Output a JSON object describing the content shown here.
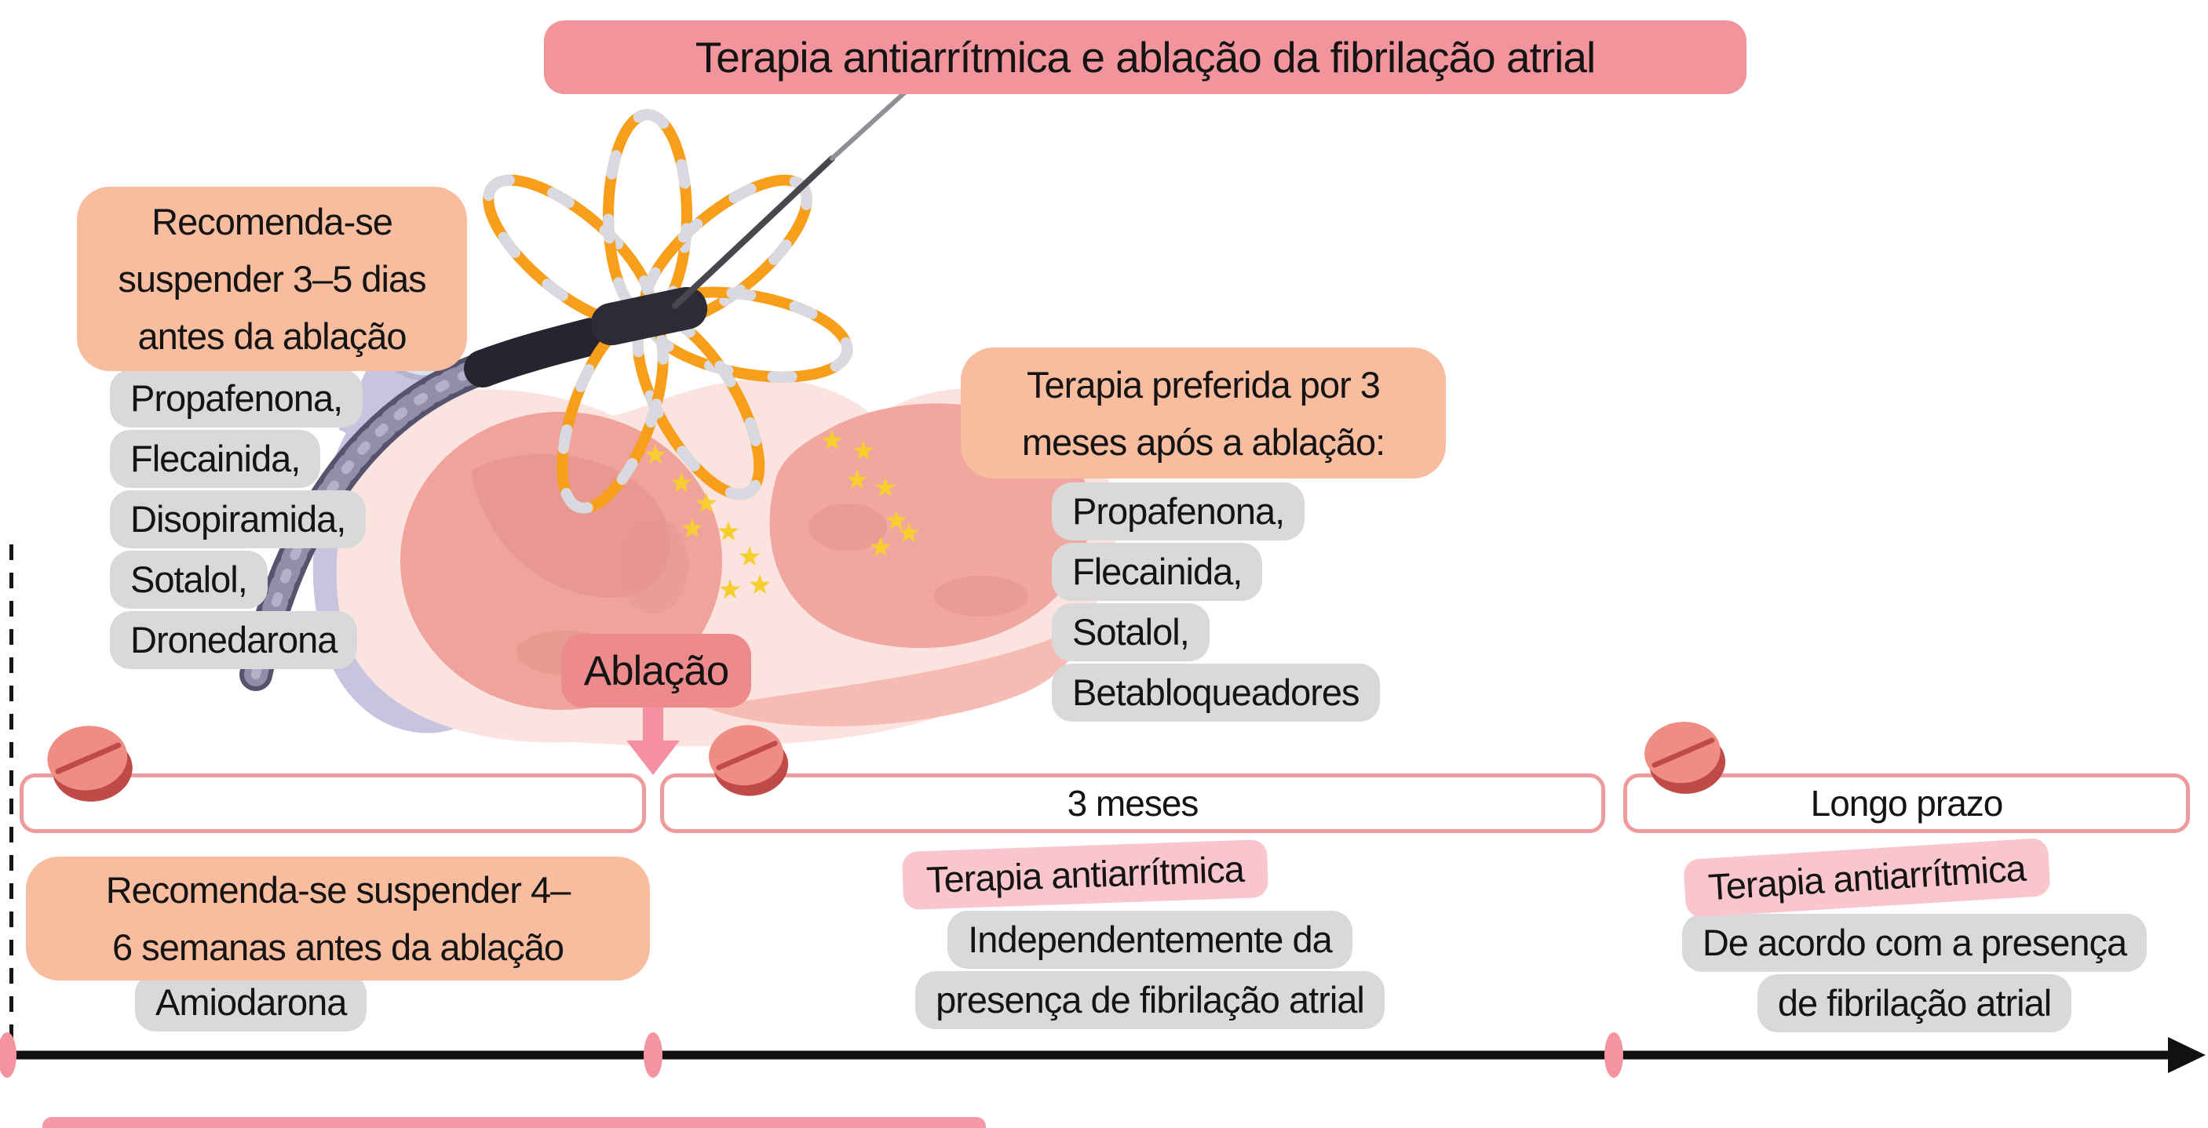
{
  "title": "Terapia antiarrítmica e ablação da fibrilação atrial",
  "left_panel": {
    "recommendation_lines": [
      "Recomenda-se",
      "suspender 3–5 dias",
      "antes da ablação"
    ],
    "drugs": [
      "Propafenona,",
      "Flecainida,",
      "Disopiramida,",
      "Sotalol,",
      "Dronedarona"
    ]
  },
  "center_panel": {
    "recommendation_lines": [
      "Terapia preferida por 3",
      "meses após a ablação:"
    ],
    "drugs": [
      "Propafenona,",
      "Flecainida,",
      "Sotalol,",
      "Betabloqueadores"
    ]
  },
  "bottom_left_panel": {
    "recommendation_lines": [
      "Recomenda-se suspender 4–",
      "6 semanas antes da ablação"
    ],
    "drug": "Amiodarona"
  },
  "ablation_label": "Ablação",
  "timeline_segments": [
    {
      "label": ""
    },
    {
      "label": "3 meses"
    },
    {
      "label": "Longo prazo"
    }
  ],
  "caption_3_months": {
    "highlight": "Terapia antiarrítmica",
    "note_lines": [
      "Independentemente da",
      "presença de fibrilação atrial"
    ]
  },
  "caption_long_term": {
    "highlight": "Terapia antiarrítmica",
    "note_lines": [
      "De acordo com a presença",
      "de fibrilação atrial"
    ]
  },
  "icons": [
    "pill-icon",
    "heart-ablation-illustration",
    "mapping-catheter-flower-icon",
    "catheter-shaft-icon",
    "ablation-stars-icon",
    "down-arrow-icon",
    "timeline-axis-arrow"
  ],
  "colors": {
    "title_bg": "#F2949C",
    "peach_bg": "#F8BC9E",
    "gray_bg": "#D9D9D9",
    "pink_highlight": "#F9C6CE",
    "ablation_bg": "#ED8A8C",
    "timeline_border": "#F09B9B",
    "down_arrow": "#F590A3",
    "pill_top": "#EF8D84",
    "pill_side": "#C04A45",
    "star": "#F6CF2F",
    "axis": "#111111"
  }
}
